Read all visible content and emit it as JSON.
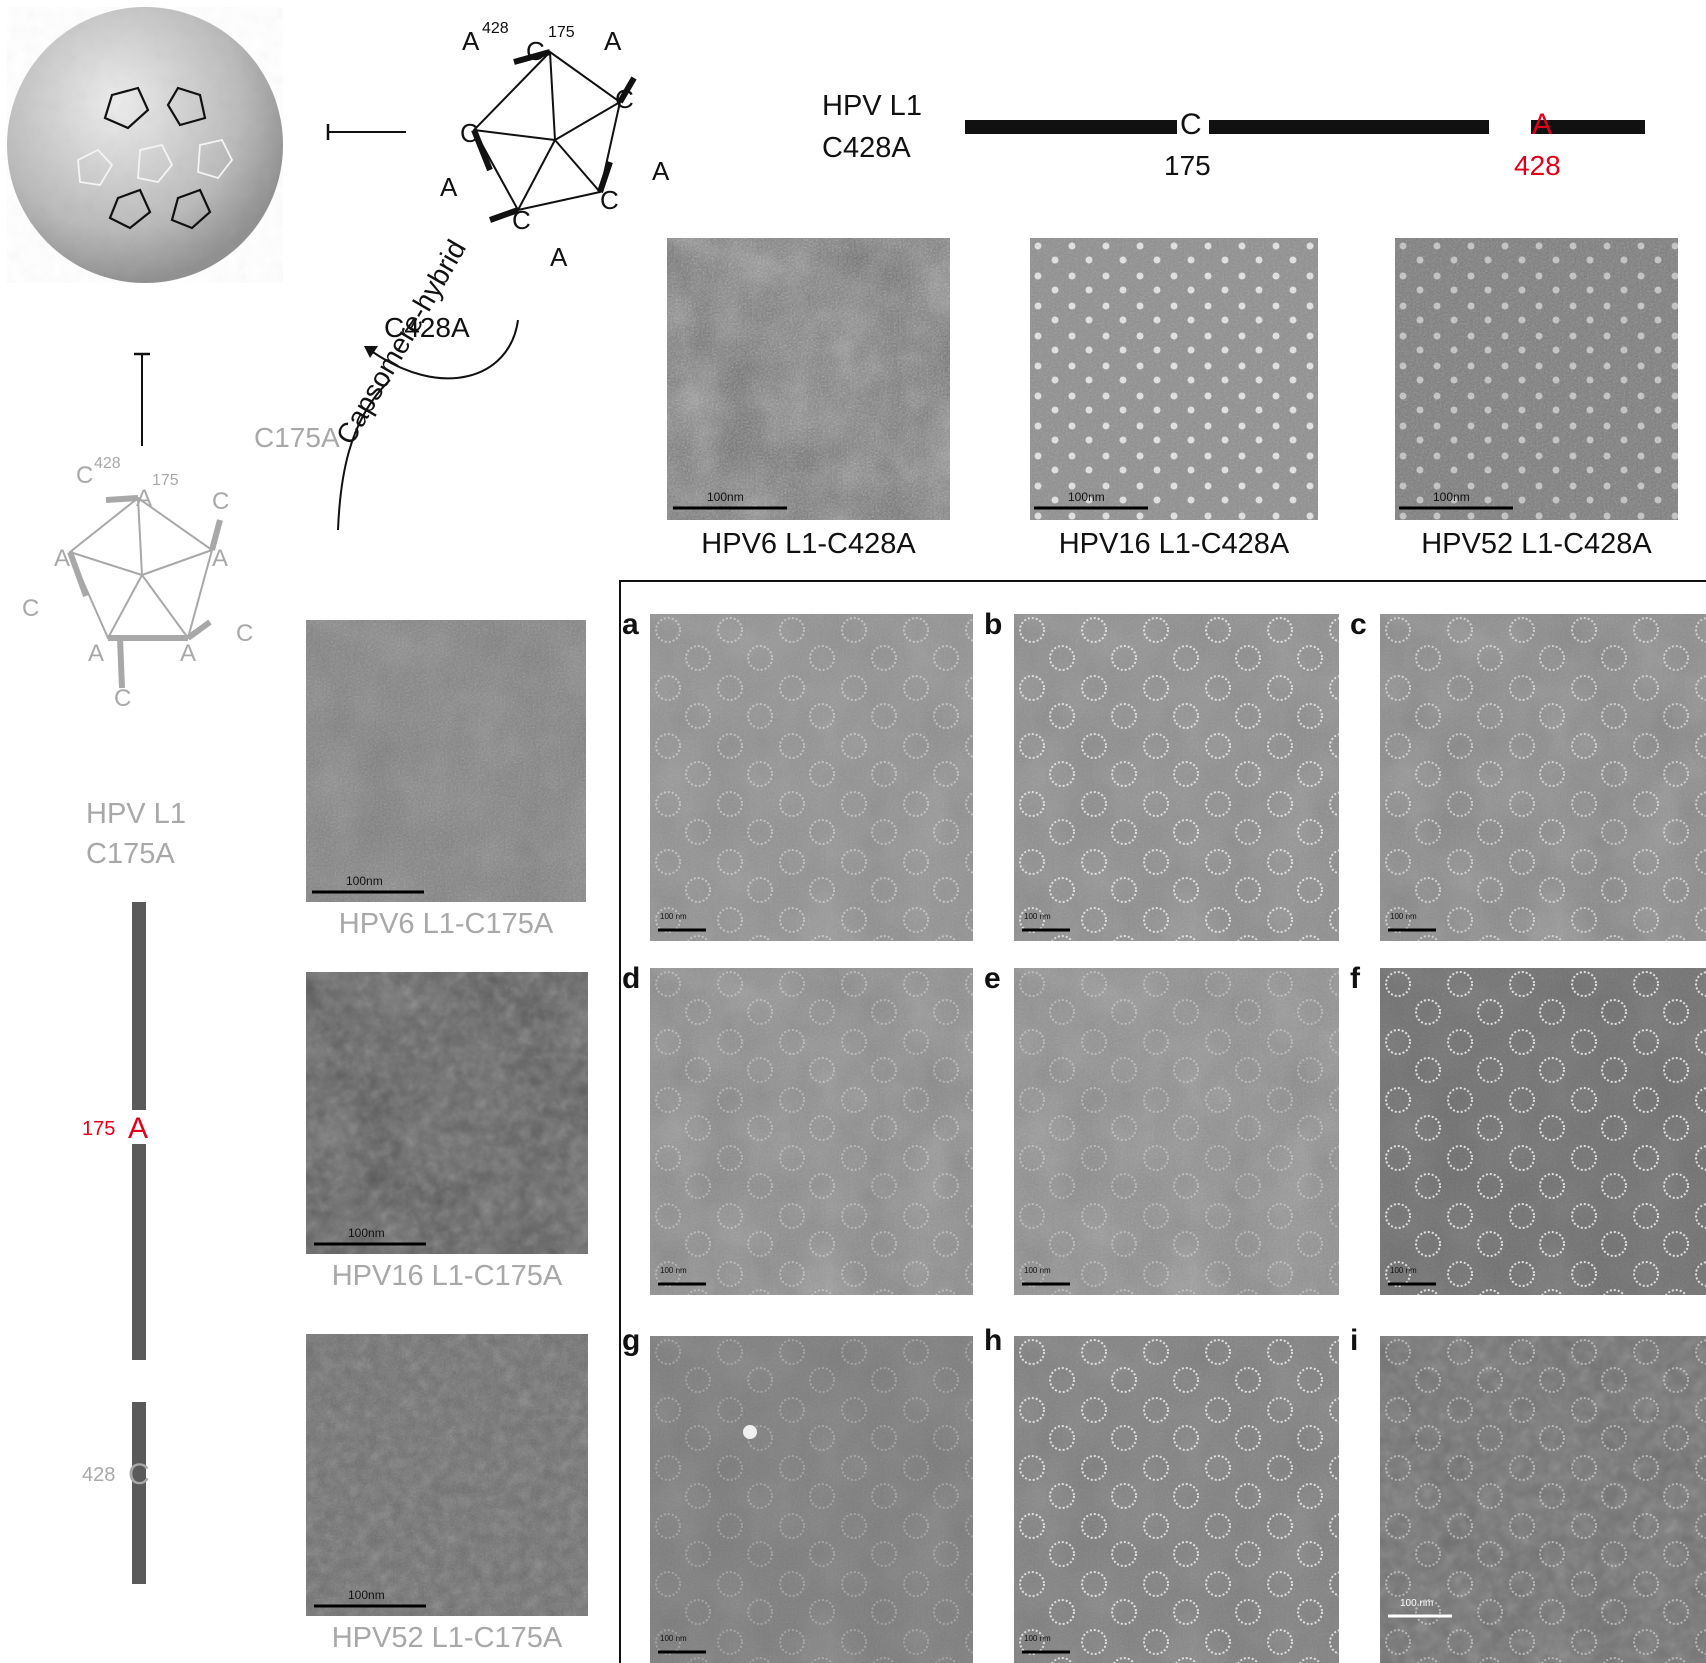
{
  "diagram_top": {
    "pentamer_labels": {
      "n428": "428",
      "n175": "175",
      "c": "C",
      "a": "A"
    },
    "arrow_label": "C428A",
    "curve_label": "Capsomere-hybrid"
  },
  "diagram_left": {
    "mutation_label": "C175A",
    "pentamer_labels": {
      "n428": "428",
      "n175": "175",
      "c": "C",
      "a": "A"
    },
    "gene_title_line1": "HPV L1",
    "gene_title_line2": "C175A",
    "pos175": "175",
    "residue175": "A",
    "pos428": "428",
    "residue428": "C"
  },
  "gene_top": {
    "title_line1": "HPV L1",
    "title_line2": "C428A",
    "residue175": "C",
    "pos175": "175",
    "residue428": "A",
    "pos428": "428"
  },
  "colors": {
    "red": "#e0001b",
    "gray": "#a8a8a8",
    "dark_gray": "#5a5a5a",
    "black": "#111111"
  },
  "micrographs_top": [
    {
      "caption": "HPV6 L1-C428A",
      "scale": "100nm"
    },
    {
      "caption": "HPV16 L1-C428A",
      "scale": "100nm"
    },
    {
      "caption": "HPV52 L1-C428A",
      "scale": "100nm"
    }
  ],
  "micrographs_left": [
    {
      "caption": "HPV6 L1-C175A",
      "scale": "100nm"
    },
    {
      "caption": "HPV16 L1-C175A",
      "scale": "100nm"
    },
    {
      "caption": "HPV52 L1-C175A",
      "scale": "100nm"
    }
  ],
  "panels": [
    {
      "letter": "a",
      "scale": "100 nm"
    },
    {
      "letter": "b",
      "scale": "100 nm"
    },
    {
      "letter": "c",
      "scale": "100 nm"
    },
    {
      "letter": "d",
      "scale": "100 nm"
    },
    {
      "letter": "e",
      "scale": "100 nm"
    },
    {
      "letter": "f",
      "scale": "100 nm"
    },
    {
      "letter": "g",
      "scale": "100 nm"
    },
    {
      "letter": "h",
      "scale": "100 nm"
    },
    {
      "letter": "i",
      "scale": "100 nm"
    }
  ]
}
